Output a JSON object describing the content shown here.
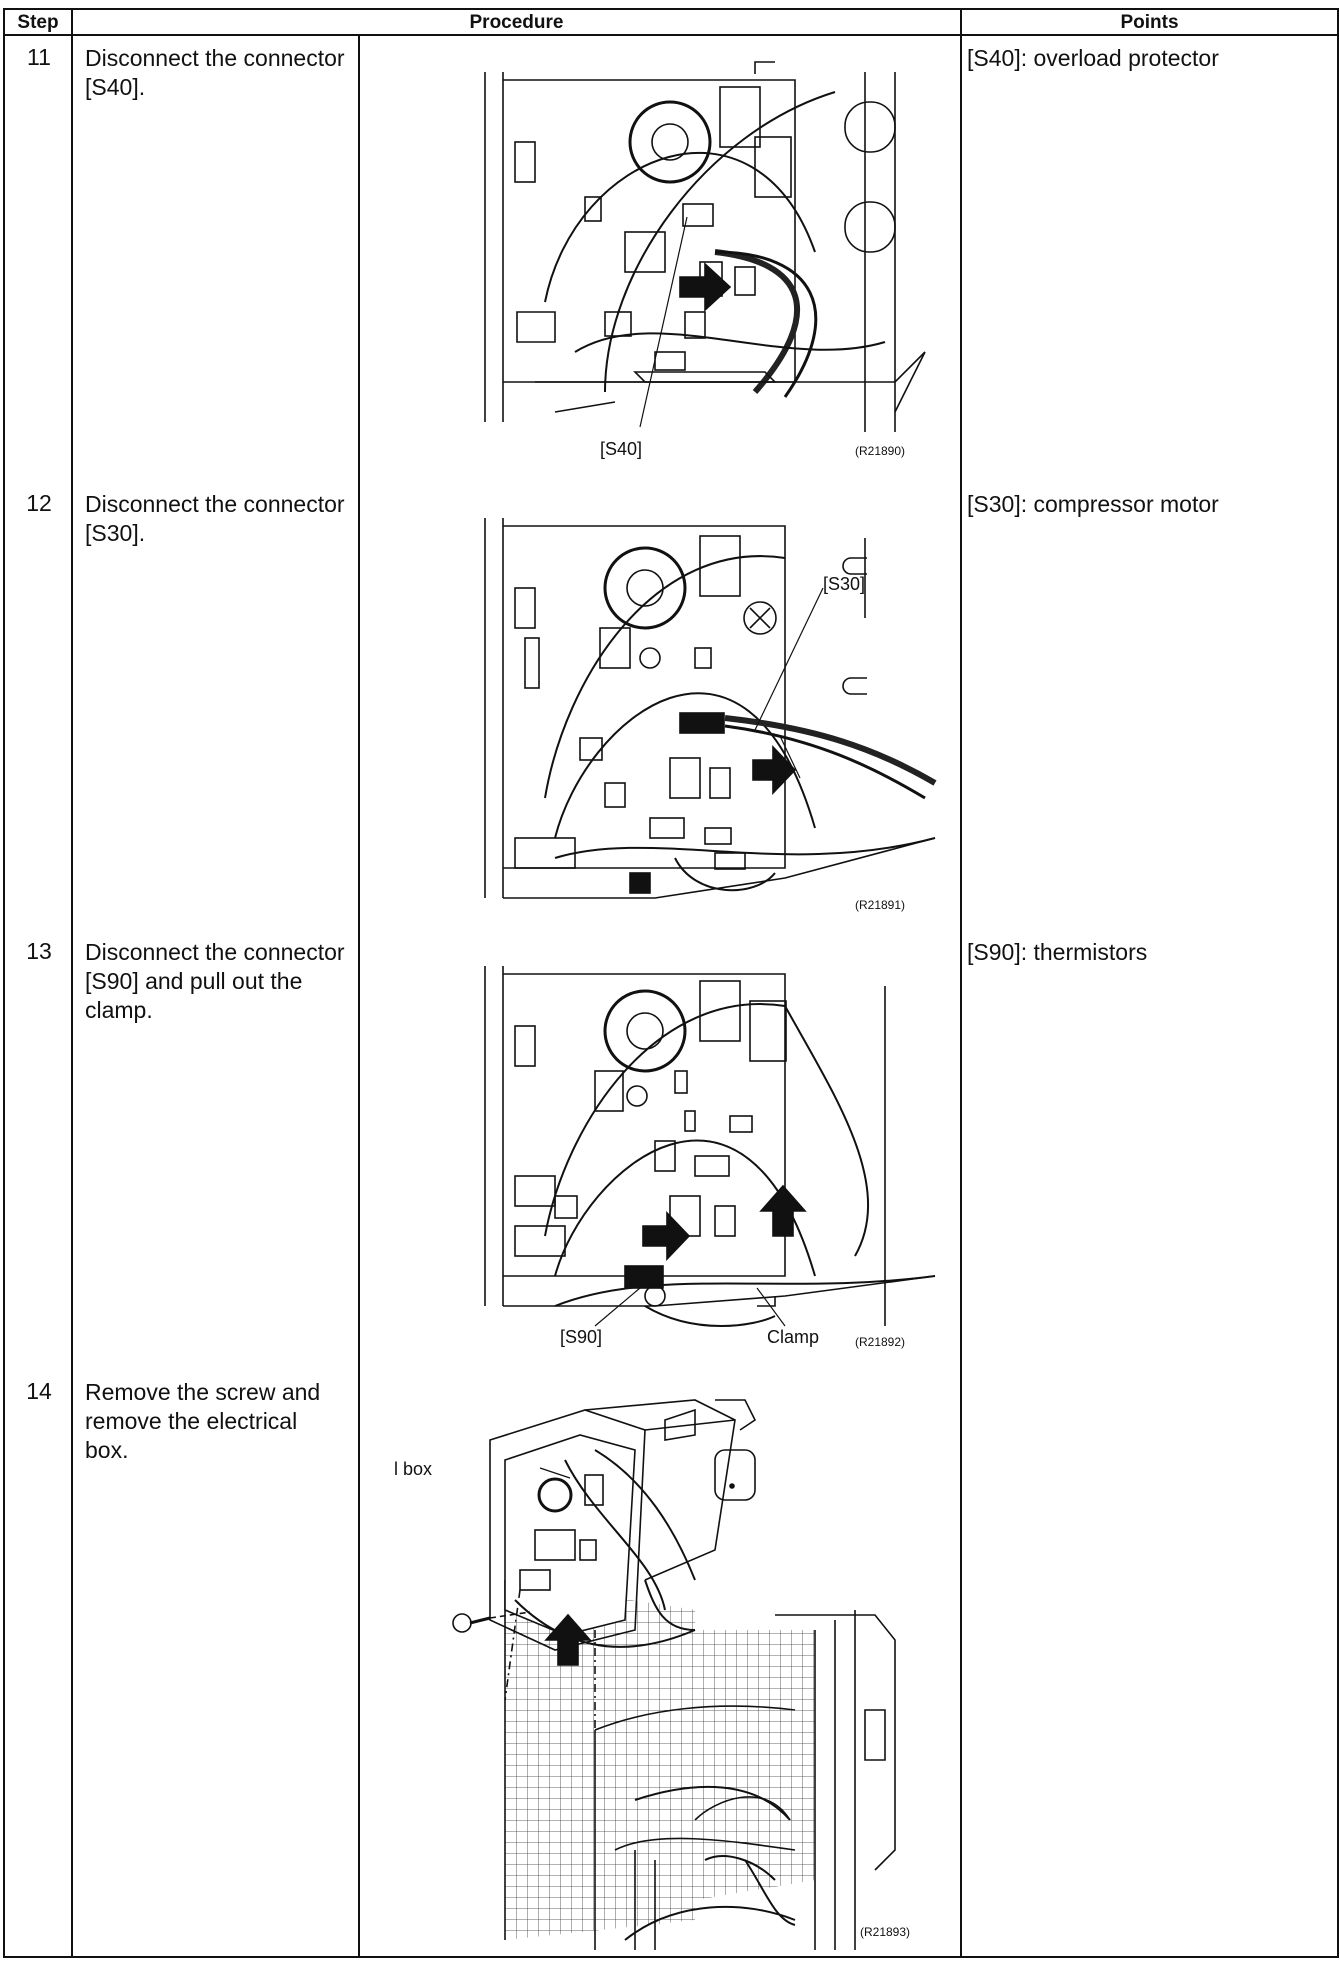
{
  "header": {
    "step": "Step",
    "procedure": "Procedure",
    "points": "Points"
  },
  "steps": [
    {
      "number": "11",
      "text": "Disconnect the connector [S40].",
      "point": "[S40]: overload protector",
      "figure": {
        "callouts": [
          "[S40]"
        ],
        "ref": "(R21890)"
      }
    },
    {
      "number": "12",
      "text": "Disconnect the connector [S30].",
      "point": "[S30]: compressor motor",
      "figure": {
        "callouts": [
          "[S30]"
        ],
        "ref": "(R21891)"
      }
    },
    {
      "number": "13",
      "text": "Disconnect the connector [S90] and pull out the clamp.",
      "point": "[S90]: thermistors",
      "figure": {
        "callouts": [
          "[S90]",
          "Clamp"
        ],
        "ref": "(R21892)"
      }
    },
    {
      "number": "14",
      "text": "Remove the screw and remove the electrical box.",
      "point": "",
      "figure": {
        "callouts": [
          "Electrical box"
        ],
        "ref": "(R21893)"
      }
    }
  ]
}
